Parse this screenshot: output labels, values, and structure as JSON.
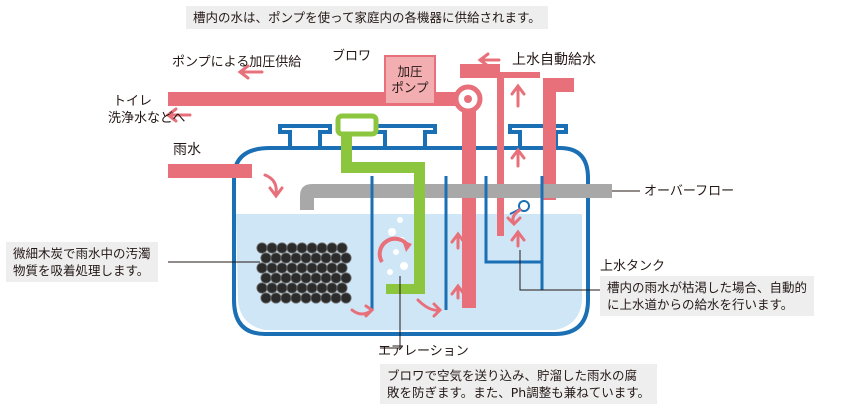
{
  "labels": {
    "pump_note": "槽内の水は、ポンプを使って家庭内の各機器に供給されます。",
    "pump_pressure": "ポンプによる加圧供給",
    "blower": "ブロワ",
    "pump_line1": "加圧",
    "pump_line2": "ポンプ",
    "auto_supply": "上水自動給水",
    "toilet_line1": "トイレ",
    "toilet_line2": "洗浄水などへ",
    "rainwater": "雨水",
    "overflow": "オーバーフロー",
    "charcoal_line1": "微細木炭で雨水中の汚濁",
    "charcoal_line2": "物質を吸着処理します。",
    "tap_tank": "上水タンク",
    "tap_note_line1": "槽内の雨水が枯渇した場合、自動的",
    "tap_note_line2": "に上水道からの給水を行います。",
    "aeration": "エアレーション",
    "aeration_note_line1": "ブロワで空気を送り込み、貯溜した雨水の腐",
    "aeration_note_line2": "敗を防ぎます。また、Ph調整も兼ねています。"
  },
  "colors": {
    "tank_outline": "#1a6fb5",
    "water": "#cfe6f6",
    "pipe_pink": "#e8707b",
    "pump_fill": "#f3aeb2",
    "air_pipe": "#8cc63f",
    "overflow_pipe": "#a8a8a8",
    "charcoal": "#2b2b2b",
    "note_bg": "#eeeeee"
  },
  "icons": [
    "arrow-icon",
    "charcoal-balls",
    "air-bubble-icon",
    "float-valve-icon"
  ]
}
